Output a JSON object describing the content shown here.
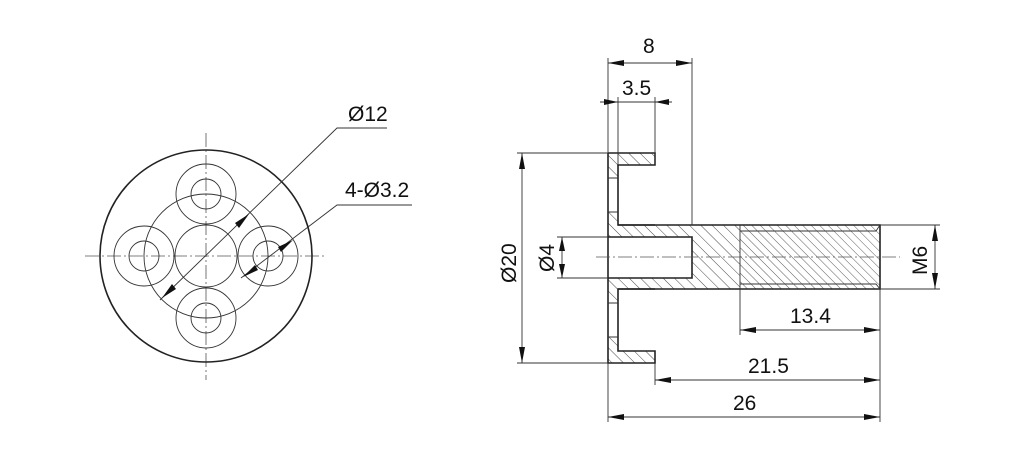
{
  "front_view": {
    "pcd_label": "Ø12",
    "holes_label": "4-Ø3.2"
  },
  "section_view": {
    "overall_flange_width_label": "8",
    "counterbore_depth_label": "3.5",
    "flange_diameter_label": "Ø20",
    "bore_diameter_label": "Ø4",
    "thread_label": "M6",
    "thread_length_label": "13.4",
    "shaft_length_label": "21.5",
    "overall_length_label": "26"
  }
}
